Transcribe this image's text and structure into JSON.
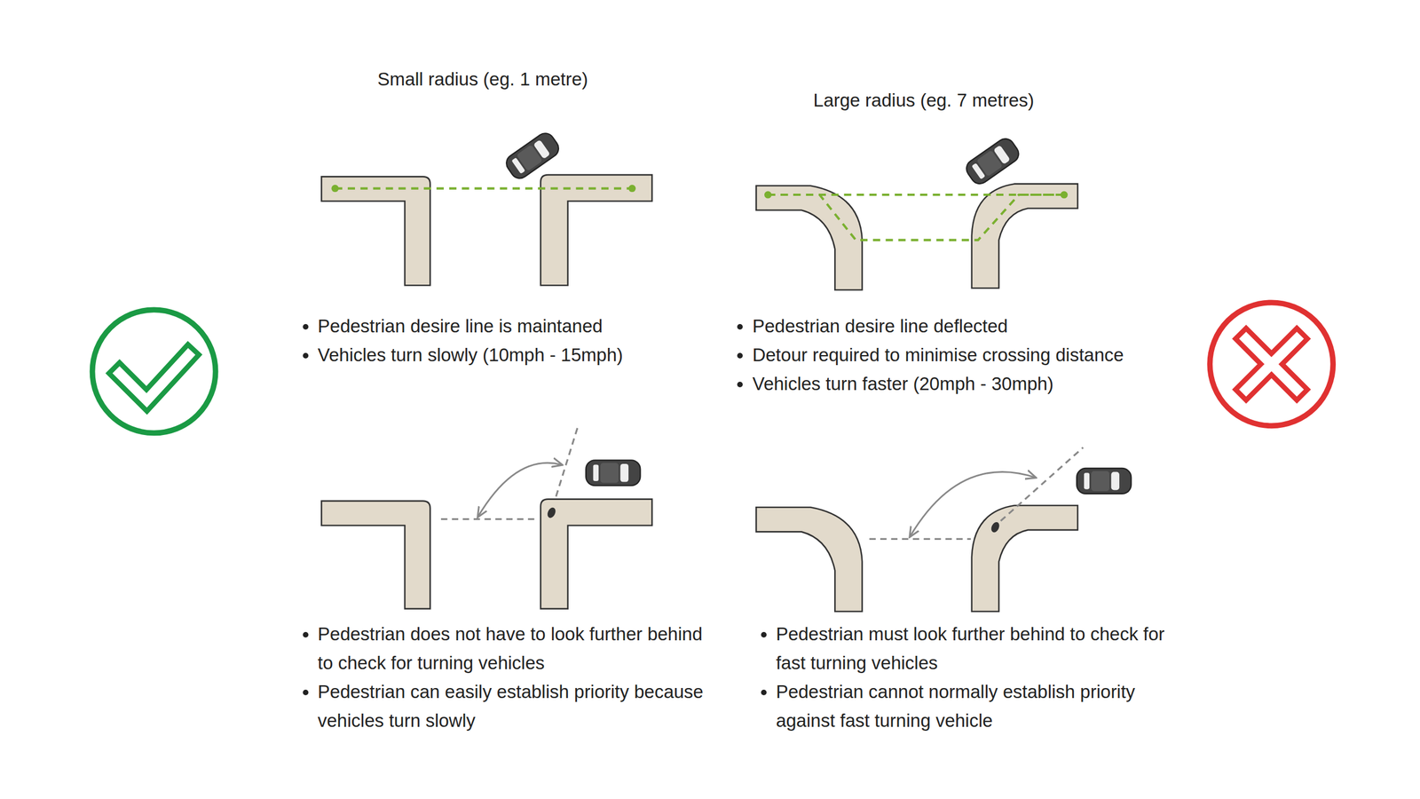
{
  "diagram": {
    "labels": [
      "Small radius (eg. 1 metre)",
      "Large radius (eg. 7 metres)",
      "Pedestrian desire line is maintaned",
      "Vehicles turn slowly (10mph - 15mph)",
      "Pedestrian desire line deflected",
      "Detour required to minimise crossing distance",
      "Vehicles turn faster (20mph - 30mph)",
      "Pedestrian does not have to look further behind to check for turning vehicles",
      "Pedestrian can easily establish priority because vehicles turn slowly",
      "Pedestrian must look further behind to check for fast turning vehicles",
      "Pedestrian cannot normally establish priority against fast turning vehicle"
    ]
  }
}
